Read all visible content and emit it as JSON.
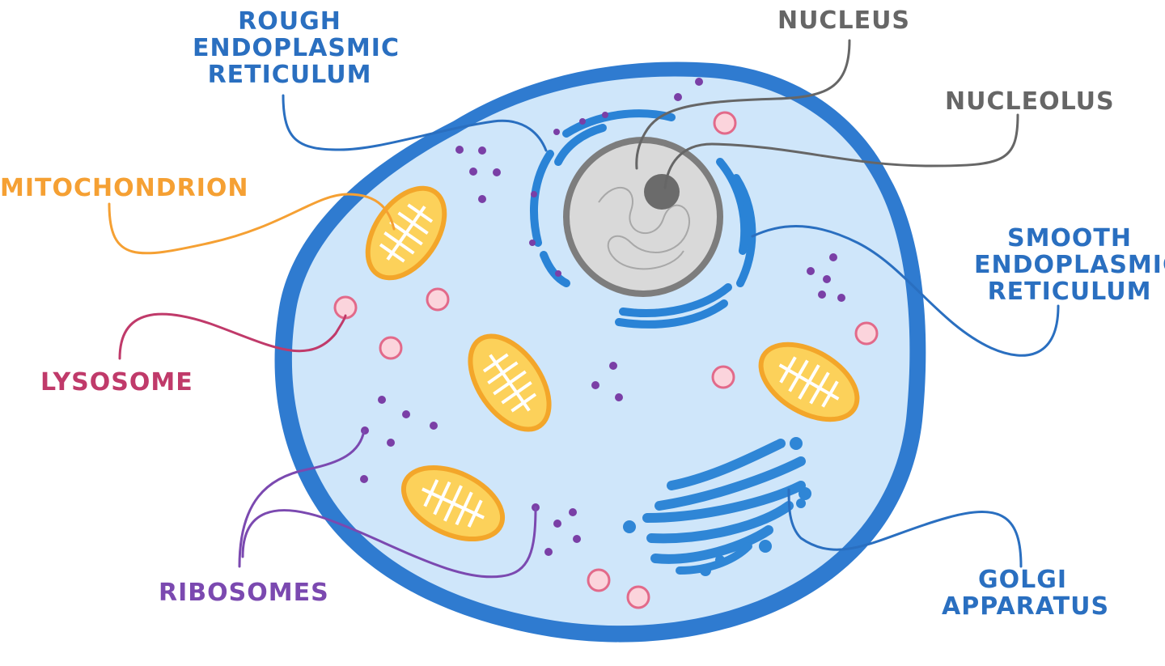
{
  "colors": {
    "cell_fill": "#cfe6fa",
    "cell_membrane": "#2f7bd0",
    "er": "#2a83d6",
    "nucleus_fill": "#d9d9d9",
    "nucleus_border": "#7d7d7d",
    "nucleolus": "#6b6b6b",
    "mitochondrion_fill": "#fcd15a",
    "mitochondrion_border": "#f3a62a",
    "lysosome_fill": "#fbd4dc",
    "lysosome_border": "#e26a8a",
    "ribosome": "#7a3fa6",
    "golgi": "#2f86d6",
    "label_blue": "#2a6fc0",
    "label_gray": "#666666",
    "label_orange": "#f5a033",
    "label_pink": "#c03a6a",
    "label_purple": "#7b49b0"
  },
  "labels": {
    "rough_er": [
      "ROUGH",
      "ENDOPLASMIC",
      "RETICULUM"
    ],
    "nucleus": [
      "NUCLEUS"
    ],
    "nucleolus": [
      "NUCLEOLUS"
    ],
    "mitochondrion": [
      "MITOCHONDRION"
    ],
    "smooth_er": [
      "SMOOTH",
      "ENDOPLASMIC",
      "RETICULUM"
    ],
    "lysosome": [
      "LYSOSOME"
    ],
    "ribosomes": [
      "RIBOSOMES"
    ],
    "golgi": [
      "GOLGI",
      "APPARATUS"
    ]
  }
}
